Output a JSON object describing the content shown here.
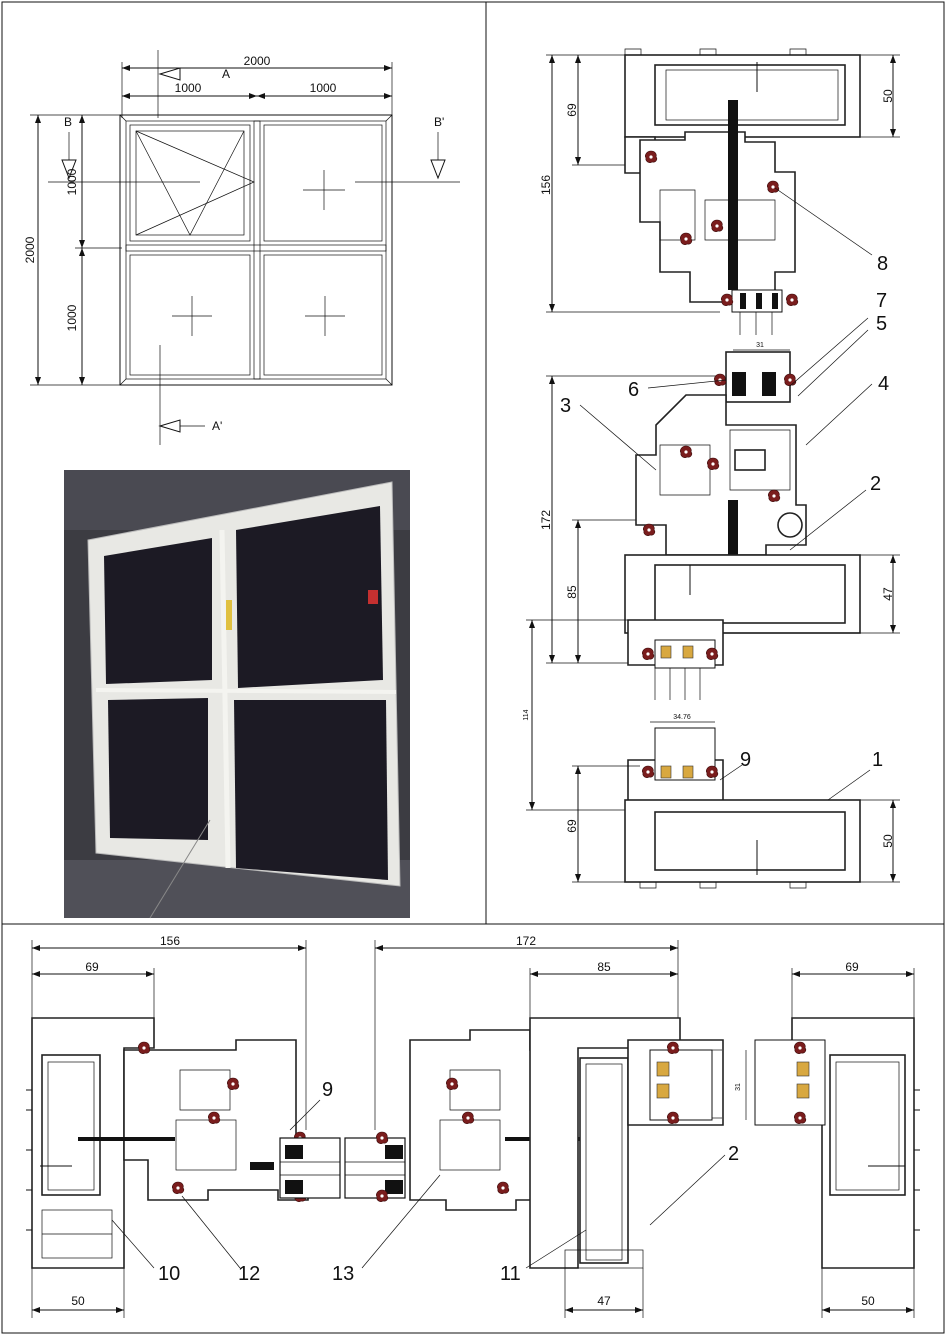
{
  "elevation": {
    "overall_width": "2000",
    "overall_height": "2000",
    "panel_widths": [
      "1000",
      "1000"
    ],
    "panel_heights": [
      "1000",
      "1000"
    ],
    "section_a": "A",
    "section_a_prime": "A'",
    "section_b": "B",
    "section_b_prime": "B'"
  },
  "vertical_section": {
    "dims_top": [
      "69",
      "156",
      "50"
    ],
    "dims_middle": [
      "172",
      "85",
      "47"
    ],
    "dim_114": "114",
    "dims_bottom": [
      "69",
      "50"
    ],
    "glass_31": "31",
    "glass_3476": "34.76",
    "callouts": [
      "8",
      "7",
      "5",
      "6",
      "4",
      "3",
      "2",
      "9",
      "1"
    ]
  },
  "horizontal_section": {
    "dims_top_left": [
      "156",
      "69"
    ],
    "dims_top_right": [
      "172",
      "85",
      "69"
    ],
    "dims_bottom": [
      "50",
      "47",
      "50"
    ],
    "glass_31": "31",
    "callouts": [
      "9",
      "2",
      "10",
      "12",
      "13",
      "11"
    ]
  },
  "colors": {
    "line": "#111111",
    "seal": "#7a1d1d",
    "photo_wall": "#3c3c42",
    "photo_frame": "#e8e8e4",
    "photo_glass": "#1c1a24"
  }
}
